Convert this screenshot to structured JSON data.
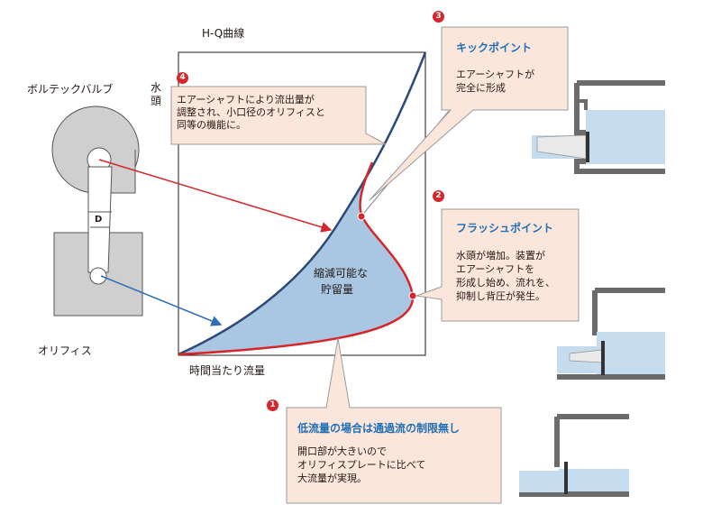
{
  "diagram": {
    "hq_curve_title": "H-Q曲線",
    "y_axis_label": [
      "水",
      "頭"
    ],
    "x_axis_label": "時間当たり流量",
    "vortex_valve_label": "ボルテックバルブ",
    "orifice_label": "オリフィス",
    "diameter_label": "D",
    "storage_label": [
      "縮減可能な",
      "貯留量"
    ]
  },
  "callouts": {
    "kick_point": {
      "badge": "3",
      "title": "キックポイント",
      "lines": [
        "エアーシャフトが",
        "完全に形成"
      ]
    },
    "flush_point": {
      "badge": "2",
      "title": "フラッシュポイント",
      "lines": [
        "水頭が増加。装置が",
        "エアーシャフトを",
        "形成し始め、流れを、",
        "抑制し背圧が発生。"
      ]
    },
    "low_flow": {
      "badge": "1",
      "title": "低流量の場合は通過流の制限無し",
      "lines": [
        "開口部が大きいので",
        "オリフィスプレートに比べて",
        "大流量が実現。"
      ]
    },
    "air_shaft": {
      "badge": "4",
      "lines": [
        "エアーシャフトにより流出量が",
        "調整され、小口径のオリフィスと",
        "同等の機能に。"
      ]
    }
  },
  "colors": {
    "orifice_curve": "#2b4a78",
    "vortex_curve": "#d6262b",
    "storage_fill": "#a9c6e2",
    "callout_fill": "#fbe6dc",
    "callout_title": "#1f6fb5",
    "badge": "#d6262b",
    "water": "#c5dcef",
    "gray_body": "#cfcfcf",
    "orifice_arrow": "#2f6db5"
  }
}
